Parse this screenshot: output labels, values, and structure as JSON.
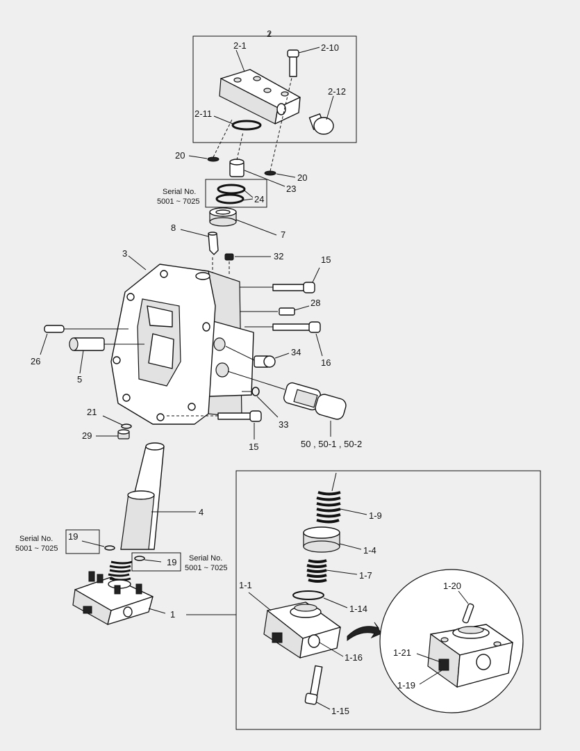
{
  "labels": {
    "l_2": "2",
    "l_2_1": "2-1",
    "l_2_10": "2-10",
    "l_2_12": "2-12",
    "l_2_11": "2-11",
    "l_20a": "20",
    "l_20b": "20",
    "l_23": "23",
    "l_24": "24",
    "l_8": "8",
    "l_7": "7",
    "l_32": "32",
    "l_3": "3",
    "l_15a": "15",
    "l_28": "28",
    "l_16": "16",
    "l_26": "26",
    "l_5": "5",
    "l_34": "34",
    "l_33": "33",
    "l_21": "21",
    "l_29": "29",
    "l_15b": "15",
    "l_50": "50 , 50-1 , 50-2",
    "l_4": "4",
    "l_19a": "19",
    "l_19b": "19",
    "l_1": "1",
    "l_1_9": "1-9",
    "l_1_4": "1-4",
    "l_1_7": "1-7",
    "l_1_1": "1-1",
    "l_1_14": "1-14",
    "l_1_16": "1-16",
    "l_1_15": "1-15",
    "l_1_20": "1-20",
    "l_1_21": "1-21",
    "l_1_19": "1-19"
  },
  "serial_notes": {
    "top_line1": "Serial No.",
    "top_line2": "5001 ~ 7025",
    "left_line1": "Serial No.",
    "left_line2": "5001 ~ 7025",
    "right_line1": "Serial No.",
    "right_line2": "5001 ~ 7025"
  }
}
